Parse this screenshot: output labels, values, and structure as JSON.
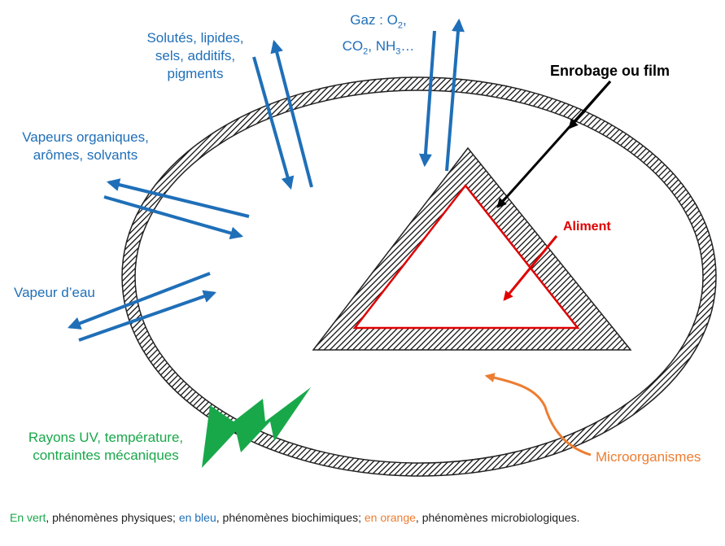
{
  "colors": {
    "blue": "#1f6fb8",
    "red": "#e00000",
    "green": "#18a84a",
    "orange": "#ed7d31",
    "black": "#000000"
  },
  "labels": {
    "solutes": [
      "Solutés, lipides,",
      "sels, additifs,",
      "pigments"
    ],
    "gas_prefix": "Gaz : O",
    "gas_o2_sub": "2",
    "gas_comma": ",",
    "gas_co2": "CO",
    "gas_co2_sub": "2",
    "gas_nh3": ", NH",
    "gas_nh3_sub": "3",
    "gas_ellipsis": "…",
    "vapeurs": [
      "Vapeurs organiques,",
      "arômes, solvants"
    ],
    "vapeur_eau": "Vapeur d’eau",
    "enrobage": "Enrobage ou film",
    "aliment": "Aliment",
    "rayons": [
      "Rayons UV, température,",
      "contraintes mécaniques"
    ],
    "microorganismes": "Microorganismes"
  },
  "caption": {
    "green_part": "En vert",
    "text1": ", phénomènes physiques; ",
    "blue_part": "en bleu",
    "text2": ", phénomènes biochimiques; ",
    "orange_part": "en orange",
    "text3": ", phénomènes microbiologiques."
  }
}
